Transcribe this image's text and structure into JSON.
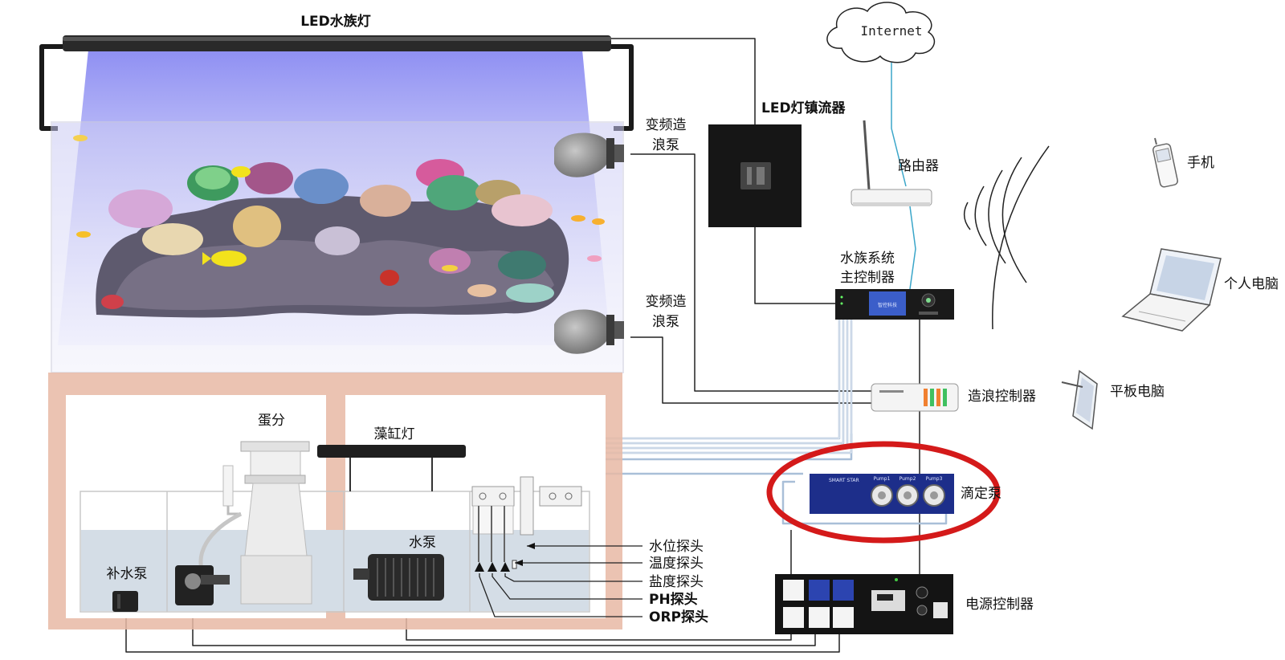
{
  "labels": {
    "led_light": "LED水族灯",
    "internet": "Internet",
    "ballast": "LED灯镇流器",
    "wave_pump_1": [
      "变频造",
      "浪泵"
    ],
    "wave_pump_2": [
      "变频造",
      "浪泵"
    ],
    "router": "路由器",
    "phone": "手机",
    "main_controller": [
      "水族系统",
      "主控制器"
    ],
    "pc": "个人电脑",
    "wave_controller": "造浪控制器",
    "tablet": "平板电脑",
    "skimmer": "蛋分",
    "algae_light": "藻缸灯",
    "dosing_pump": "滴定泵",
    "water_pump": "水泵",
    "topoff_pump": "补水泵",
    "power_controller": "电源控制器",
    "probes": [
      "水位探头",
      "温度探头",
      "盐度探头",
      "PH探头",
      "ORP探头"
    ]
  },
  "device_text": {
    "controller_screen": "智控科技",
    "smart_star": "SMART STAR",
    "pump_names": [
      "Pump1",
      "Pump2",
      "Pump3"
    ]
  },
  "colors": {
    "highlight": "#d41a1a",
    "cabinet": "#e8b8a4",
    "cable": "#a9bfd8",
    "wire": "#222222",
    "light_beam": "#8b8cf0"
  }
}
